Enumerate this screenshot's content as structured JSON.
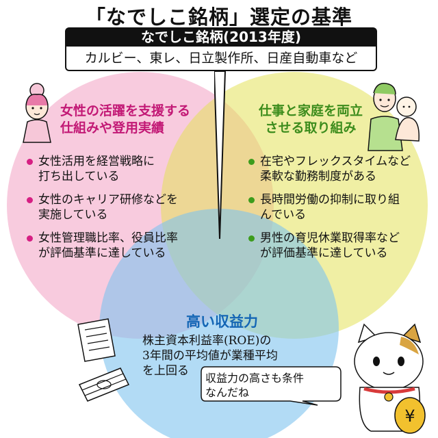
{
  "title": "「なでしこ銘柄」選定の基準",
  "callout": {
    "header": "なでしこ銘柄(2013年度)",
    "companies": "カルビー、東レ、日立製作所、日産自動車など"
  },
  "circles": [
    {
      "heading_line1": "女性の活躍を支援する",
      "heading_line2": "仕組みや登用実績",
      "color": "#f2a0c3",
      "items": [
        {
          "line1": "女性活用を経営戦略に",
          "line2": "打ち出している"
        },
        {
          "line1": "女性のキャリア研修などを",
          "line2": "実施している"
        },
        {
          "line1": "女性管理職比率、役員比率",
          "line2": "が評価基準に達している"
        }
      ]
    },
    {
      "heading_line1": "仕事と家庭を両立",
      "heading_line2": "させる取り組み",
      "color": "#e3e15a",
      "items": [
        {
          "line1": "在宅やフレックスタイムなど",
          "line2": "柔軟な勤務制度がある"
        },
        {
          "line1": "長時間労働の抑制に取り組",
          "line2": "んでいる"
        },
        {
          "line1": "男性の育児休業取得率など",
          "line2": "が評価基準に達している"
        }
      ]
    },
    {
      "heading": "高い収益力",
      "color": "#7fc3ee",
      "line1": "株主資本利益率(ROE)の",
      "line2": "3年間の平均値が業種平均",
      "line3": "を上回る"
    }
  ],
  "speech_bubble": {
    "line1": "収益力の高さも条件",
    "line2": "なんだね"
  },
  "icons": [
    "woman-icon",
    "father-and-child-icon",
    "documents-and-money-icon",
    "lucky-cat-icon",
    "yen-coin-icon"
  ]
}
